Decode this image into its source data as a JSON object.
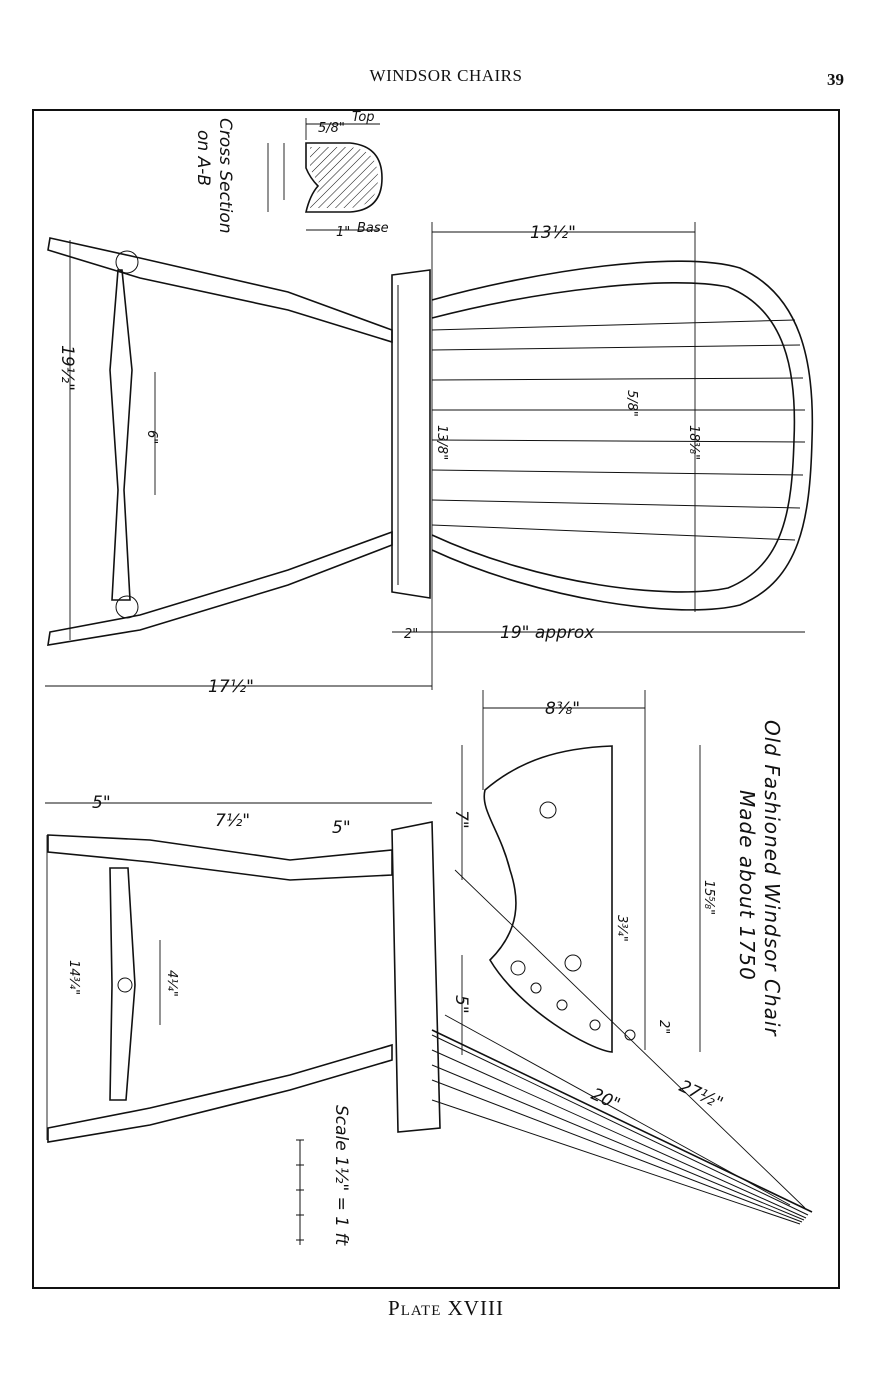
{
  "header": {
    "running_head": "WINDSOR CHAIRS",
    "page_number": "39"
  },
  "caption": "Plate XVIII",
  "drawing": {
    "title_line1": "Old Fashioned Windsor Chair",
    "title_line2": "Made about 1750",
    "scale_label": "Scale 1½\" = 1 ft",
    "cross_section_label_line1": "Cross Section",
    "cross_section_label_line2": "on A-B",
    "cross_section_top": "Top",
    "cross_section_base": "Base",
    "cross_section_top_dim": "5/8\"",
    "cross_section_base_dim": "1\"",
    "dims_front": {
      "seat_width": "13½\"",
      "seat_overhang": "2\"",
      "back_approx": "19\" approx",
      "leg_spread": "17½\"",
      "total_width": "19½\"",
      "stretcher": "6\"",
      "spindle_dia": "5/8\"",
      "back_height": "18⅜\"",
      "seat_thick": "13/8\""
    },
    "dims_side": {
      "seat_depth": "8⅜\"",
      "back_depth": "15⅝\"",
      "front_height": "7\"",
      "lower_height": "5\"",
      "leg_5": "5\"",
      "leg_7_5": "7½\"",
      "leg_5b": "5\"",
      "stretcher_len": "4¼\"",
      "leg_total": "14¾\"",
      "spindle_len": "20\"",
      "post_len": "27½\"",
      "hole_spacing": "3¾\"",
      "arm_offset": "2\""
    }
  }
}
